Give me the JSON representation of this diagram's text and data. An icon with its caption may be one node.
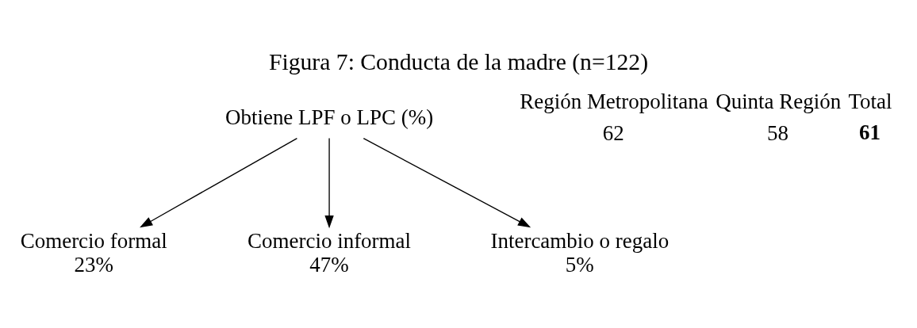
{
  "diagram": {
    "title": "Figura 7: Conducta de la madre (n=122)",
    "nodes": [
      {
        "text": [
          "Obtiene LPF o LPC (%)"
        ]
      },
      {
        "text": [
          "Comercio formal",
          "23%"
        ]
      },
      {
        "text": [
          "Comercio informal",
          "47%"
        ]
      },
      {
        "text": [
          "Intercambio o regalo",
          "5%"
        ]
      }
    ],
    "edges": [
      {
        "from": 0,
        "to": 1,
        "arrow": "to"
      },
      {
        "from": 0,
        "to": 2,
        "arrow": "to"
      },
      {
        "from": 0,
        "to": 3,
        "arrow": "to"
      }
    ],
    "labels": [
      "Región Metropolitana",
      "Quinta Región",
      "Total",
      "62",
      "58",
      "61"
    ]
  }
}
